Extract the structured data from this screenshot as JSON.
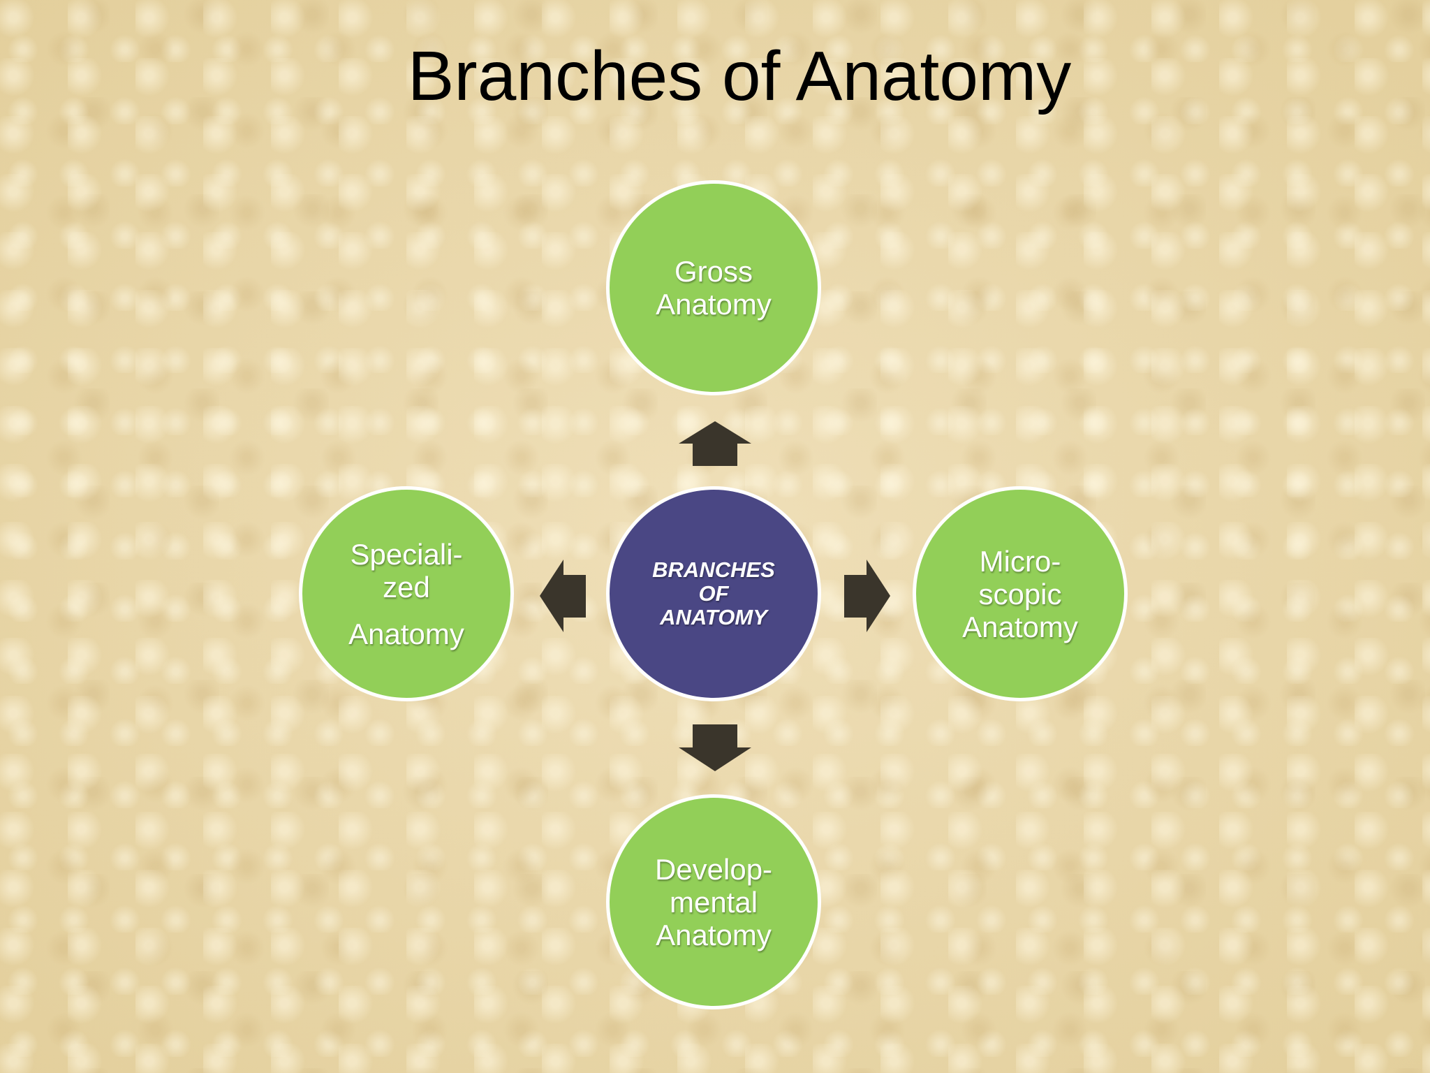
{
  "title": "Branches of Anatomy",
  "colors": {
    "branch_fill": "#92cf58",
    "center_fill": "#4a4784",
    "arrow_fill": "#3a352b",
    "node_text": "#ffffff"
  },
  "center": {
    "lines": [
      "BRANCHES",
      "OF",
      "ANATOMY"
    ]
  },
  "branches": {
    "top": {
      "lines": [
        "Gross",
        "Anatomy"
      ]
    },
    "right": {
      "lines": [
        "Micro-",
        "scopic",
        "Anatomy"
      ]
    },
    "bottom": {
      "lines": [
        "Develop-",
        "mental",
        "Anatomy"
      ]
    },
    "left": {
      "lines": [
        "Speciali-",
        "zed",
        "Anatomy"
      ]
    }
  }
}
